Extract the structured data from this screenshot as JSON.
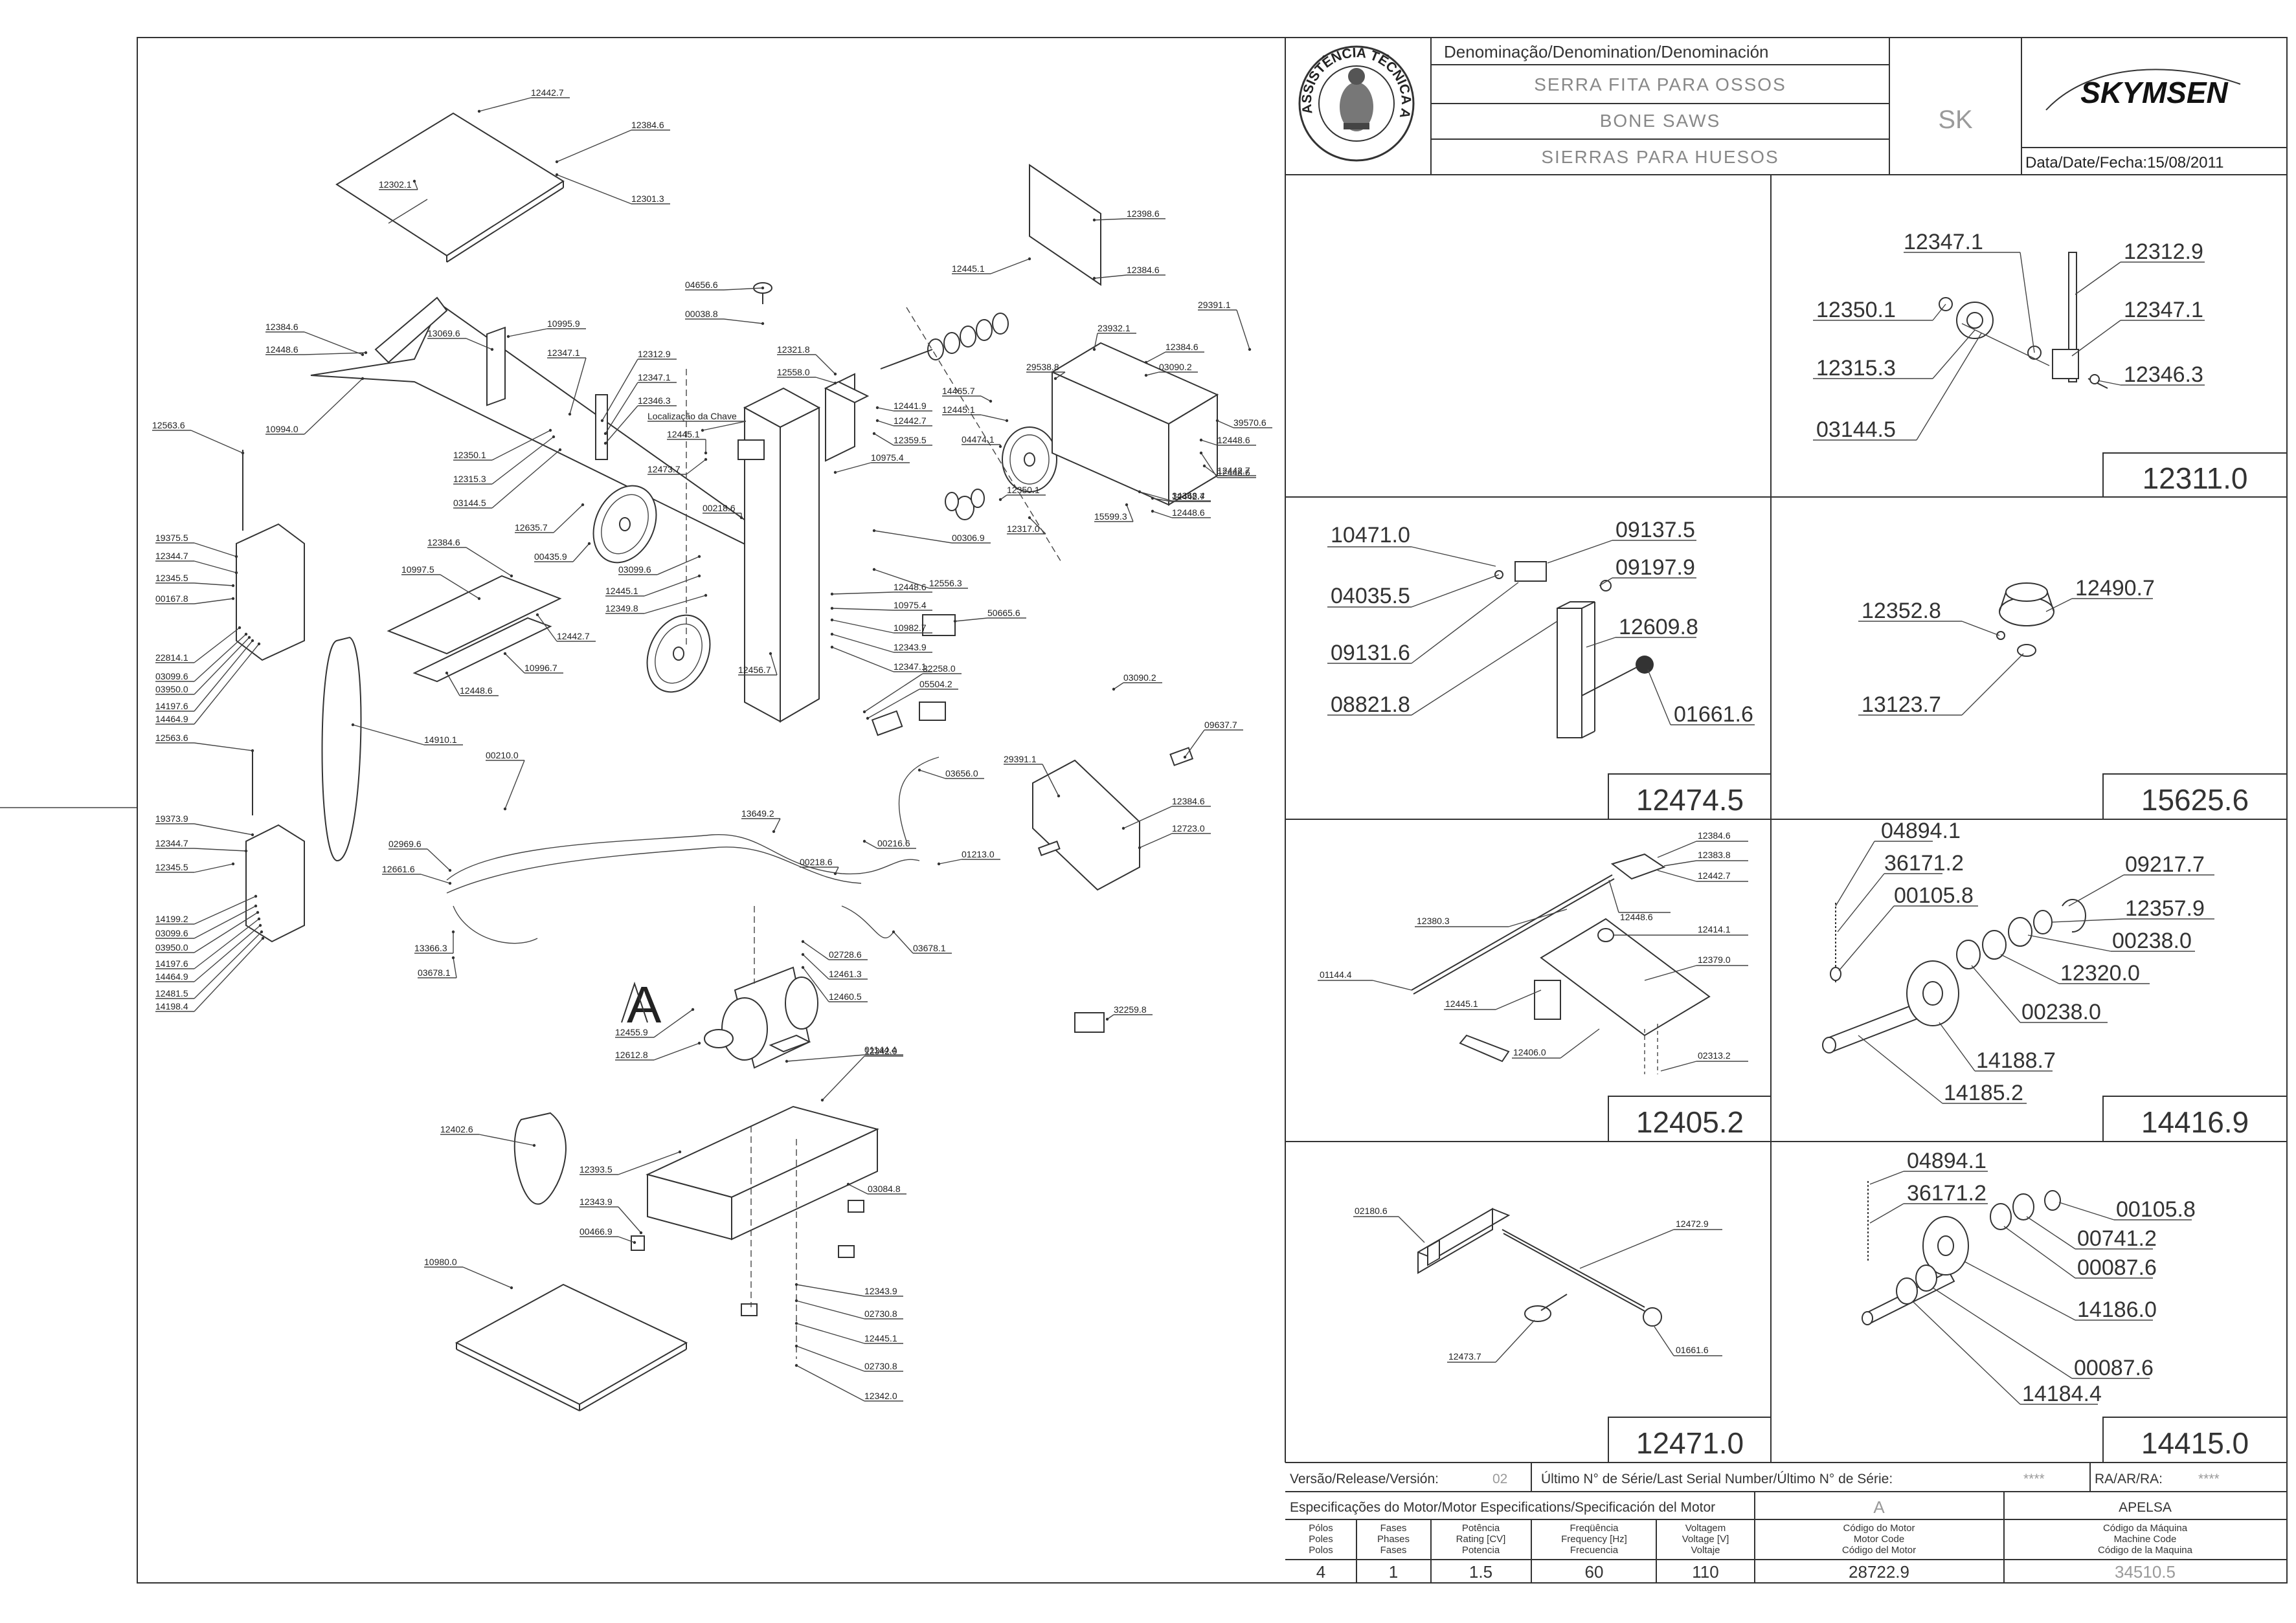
{
  "header": {
    "denomination_label": "Denominação/Denomination/Denominación",
    "names": [
      "SERRA FITA PARA OSSOS",
      "BONE SAWS",
      "SIERRAS PARA HUESOS"
    ],
    "model": "SK",
    "brand": "SKYMSEN",
    "logo_text": "ASSISTÊNCIA TÉCNICA AUTORIZADA",
    "date": "Data/Date/Fecha:15/08/2011"
  },
  "footer": {
    "version_label": "Versão/Release/Versión:",
    "version": "02",
    "serial_label": "Último N° de Série/Last Serial Number/Último N° de Série:",
    "serial": "****",
    "ra_label": "RA/AR/RA:",
    "ra": "****",
    "motor_spec_label": "Especificações do Motor/Motor Especifications/Specificación del Motor",
    "motor_letter": "A",
    "supplier": "APELSA",
    "columns": [
      {
        "head": [
          "Pólos",
          "Poles",
          "Polos"
        ],
        "value": "4"
      },
      {
        "head": [
          "Fases",
          "Phases",
          "Fases"
        ],
        "value": "1"
      },
      {
        "head": [
          "Potência",
          "Rating [CV]",
          "Potencia"
        ],
        "value": "1.5"
      },
      {
        "head": [
          "Freqüência",
          "Frequency [Hz]",
          "Frecuencia"
        ],
        "value": "60"
      },
      {
        "head": [
          "Voltagem",
          "Voltage [V]",
          "Voltaje"
        ],
        "value": "110"
      },
      {
        "head": [
          "Código do Motor",
          "Motor Code",
          "Código del Motor"
        ],
        "value": "28722.9"
      },
      {
        "head": [
          "Código da Máquina",
          "Machine Code",
          "Código de la Maquina"
        ],
        "value": "34510.5"
      }
    ]
  },
  "main_labels": [
    "12442.7",
    "12384.6",
    "12302.1",
    "12301.3",
    "12384.6",
    "12448.6",
    "10994.0",
    "13069.6",
    "10995.9",
    "12347.1",
    "12312.9",
    "12347.1",
    "12346.3",
    "12350.1",
    "12315.3",
    "03144.5",
    "Localização da Chave",
    "12445.1",
    "12473.7",
    "12635.7",
    "00435.9",
    "12563.6",
    "19375.5",
    "12344.7",
    "12345.5",
    "00167.8",
    "22814.1",
    "03099.6",
    "03950.0",
    "14197.6",
    "14464.9",
    "12384.6",
    "10997.5",
    "12442.7",
    "10996.7",
    "12448.6",
    "12563.6",
    "14910.1",
    "04656.6",
    "00038.8",
    "12321.8",
    "12558.0",
    "12445.1",
    "12398.6",
    "12384.6",
    "29391.1",
    "12448.6",
    "23932.1",
    "12384.6",
    "29538.8",
    "03090.2",
    "14465.7",
    "12441.9",
    "12442.7",
    "12359.5",
    "12445.1",
    "04474.1",
    "10975.4",
    "00218.6",
    "03099.6",
    "12445.1",
    "12349.8",
    "12448.6",
    "10975.4",
    "10982.7",
    "12343.9",
    "12347.1",
    "12456.7",
    "12317.0",
    "12350.1",
    "00306.9",
    "12556.3",
    "39570.6",
    "12448.6",
    "12442.7",
    "34368.4",
    "15599.3",
    "12442.7",
    "12448.6",
    "50665.6",
    "32258.0",
    "05504.2",
    "03656.0",
    "00218.6",
    "00210.0",
    "13649.2",
    "02969.6",
    "12661.6",
    "00216.6",
    "01213.0",
    "29391.1",
    "03090.2",
    "09637.7",
    "12384.6",
    "12723.0",
    "19373.9",
    "12344.7",
    "12345.5",
    "14199.2",
    "03099.6",
    "03950.0",
    "14197.6",
    "14464.9",
    "12481.5",
    "14198.4",
    "13366.3",
    "03678.1",
    "02728.6",
    "12461.3",
    "12460.5",
    "03678.1",
    "12455.9",
    "12612.8",
    "01144.4",
    "12342.0",
    "32259.8",
    "12402.6",
    "12393.5",
    "12343.9",
    "00466.9",
    "03084.8",
    "10980.0",
    "12343.9",
    "02730.8",
    "12445.1",
    "02730.8",
    "12342.0"
  ],
  "motor_marker": "A",
  "details": [
    {
      "code": "12311.0",
      "labels": [
        "12347.1",
        "12312.9",
        "12350.1",
        "12347.1",
        "12315.3",
        "12346.3",
        "03144.5"
      ]
    },
    {
      "code": "12474.5",
      "labels": [
        "10471.0",
        "09137.5",
        "09197.9",
        "04035.5",
        "12609.8",
        "09131.6",
        "08821.8",
        "01661.6"
      ]
    },
    {
      "code": "15625.6",
      "labels": [
        "12352.8",
        "12490.7",
        "13123.7"
      ]
    },
    {
      "code": "12405.2",
      "labels": [
        "12384.6",
        "12383.8",
        "12442.7",
        "12448.6",
        "12380.3",
        "12414.1",
        "12379.0",
        "01144.4",
        "12445.1",
        "12406.0",
        "02313.2"
      ]
    },
    {
      "code": "14416.9",
      "labels": [
        "04894.1",
        "36171.2",
        "09217.7",
        "00105.8",
        "12357.9",
        "00238.0",
        "12320.0",
        "00238.0",
        "14188.7",
        "14185.2"
      ]
    },
    {
      "code": "12471.0",
      "labels": [
        "02180.6",
        "12472.9",
        "12473.7",
        "01661.6"
      ]
    },
    {
      "code": "14415.0",
      "labels": [
        "04894.1",
        "36171.2",
        "00105.8",
        "00741.2",
        "00087.6",
        "14186.0",
        "00087.6",
        "14184.4"
      ]
    }
  ]
}
